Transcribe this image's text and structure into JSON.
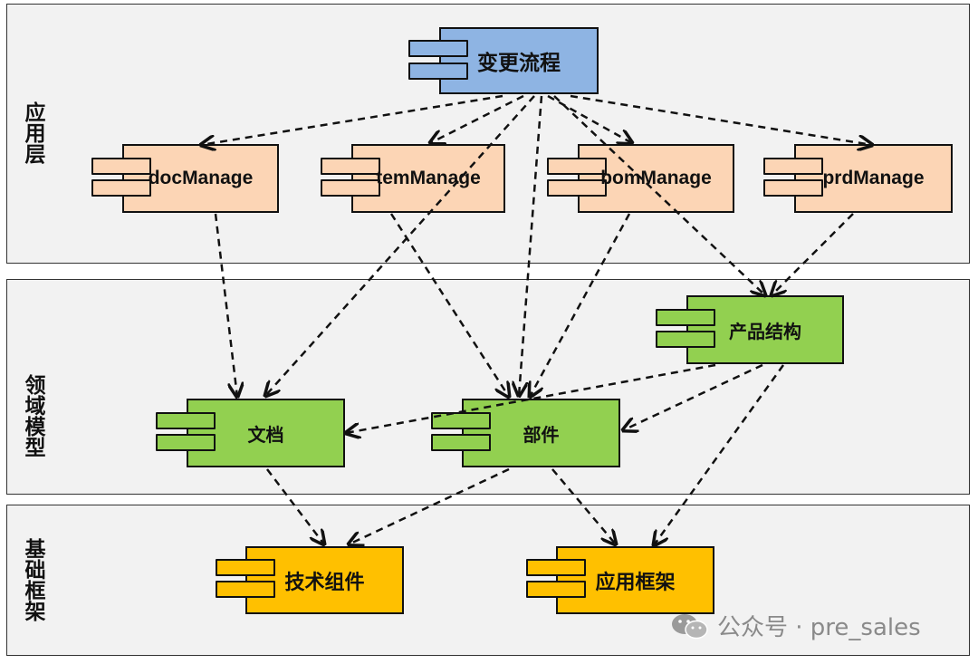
{
  "layers": [
    {
      "id": "app",
      "label": "应用层"
    },
    {
      "id": "domain",
      "label": "领域模型"
    },
    {
      "id": "base",
      "label": "基础框架"
    }
  ],
  "components": {
    "change_flow": {
      "label": "变更流程",
      "fill": "#8eb4e3"
    },
    "doc_manage": {
      "label": "docManage",
      "fill": "#fcd5b5"
    },
    "tem_manage": {
      "label": "temManage",
      "fill": "#fcd5b5"
    },
    "bom_manage": {
      "label": "bomManage",
      "fill": "#fcd5b5"
    },
    "prd_manage": {
      "label": "prdManage",
      "fill": "#fcd5b5"
    },
    "product_structure": {
      "label": "产品结构",
      "fill": "#92d050"
    },
    "document": {
      "label": "文档",
      "fill": "#92d050"
    },
    "part": {
      "label": "部件",
      "fill": "#92d050"
    },
    "tech_component": {
      "label": "技术组件",
      "fill": "#ffc000"
    },
    "app_framework": {
      "label": "应用框架",
      "fill": "#ffc000"
    }
  },
  "dependencies": [
    {
      "from": "变更流程",
      "to": "docManage"
    },
    {
      "from": "变更流程",
      "to": "temManage"
    },
    {
      "from": "变更流程",
      "to": "bomManage"
    },
    {
      "from": "变更流程",
      "to": "prdManage"
    },
    {
      "from": "变更流程",
      "to": "文档"
    },
    {
      "from": "变更流程",
      "to": "部件"
    },
    {
      "from": "变更流程",
      "to": "产品结构"
    },
    {
      "from": "docManage",
      "to": "文档"
    },
    {
      "from": "temManage",
      "to": "部件"
    },
    {
      "from": "bomManage",
      "to": "部件"
    },
    {
      "from": "prdManage",
      "to": "产品结构"
    },
    {
      "from": "产品结构",
      "to": "文档"
    },
    {
      "from": "产品结构",
      "to": "部件"
    },
    {
      "from": "产品结构",
      "to": "应用框架"
    },
    {
      "from": "文档",
      "to": "技术组件"
    },
    {
      "from": "部件",
      "to": "技术组件"
    },
    {
      "from": "部件",
      "to": "应用框架"
    }
  ],
  "watermark": {
    "text": "公众号 · pre_sales",
    "icon": "wechat-icon"
  }
}
